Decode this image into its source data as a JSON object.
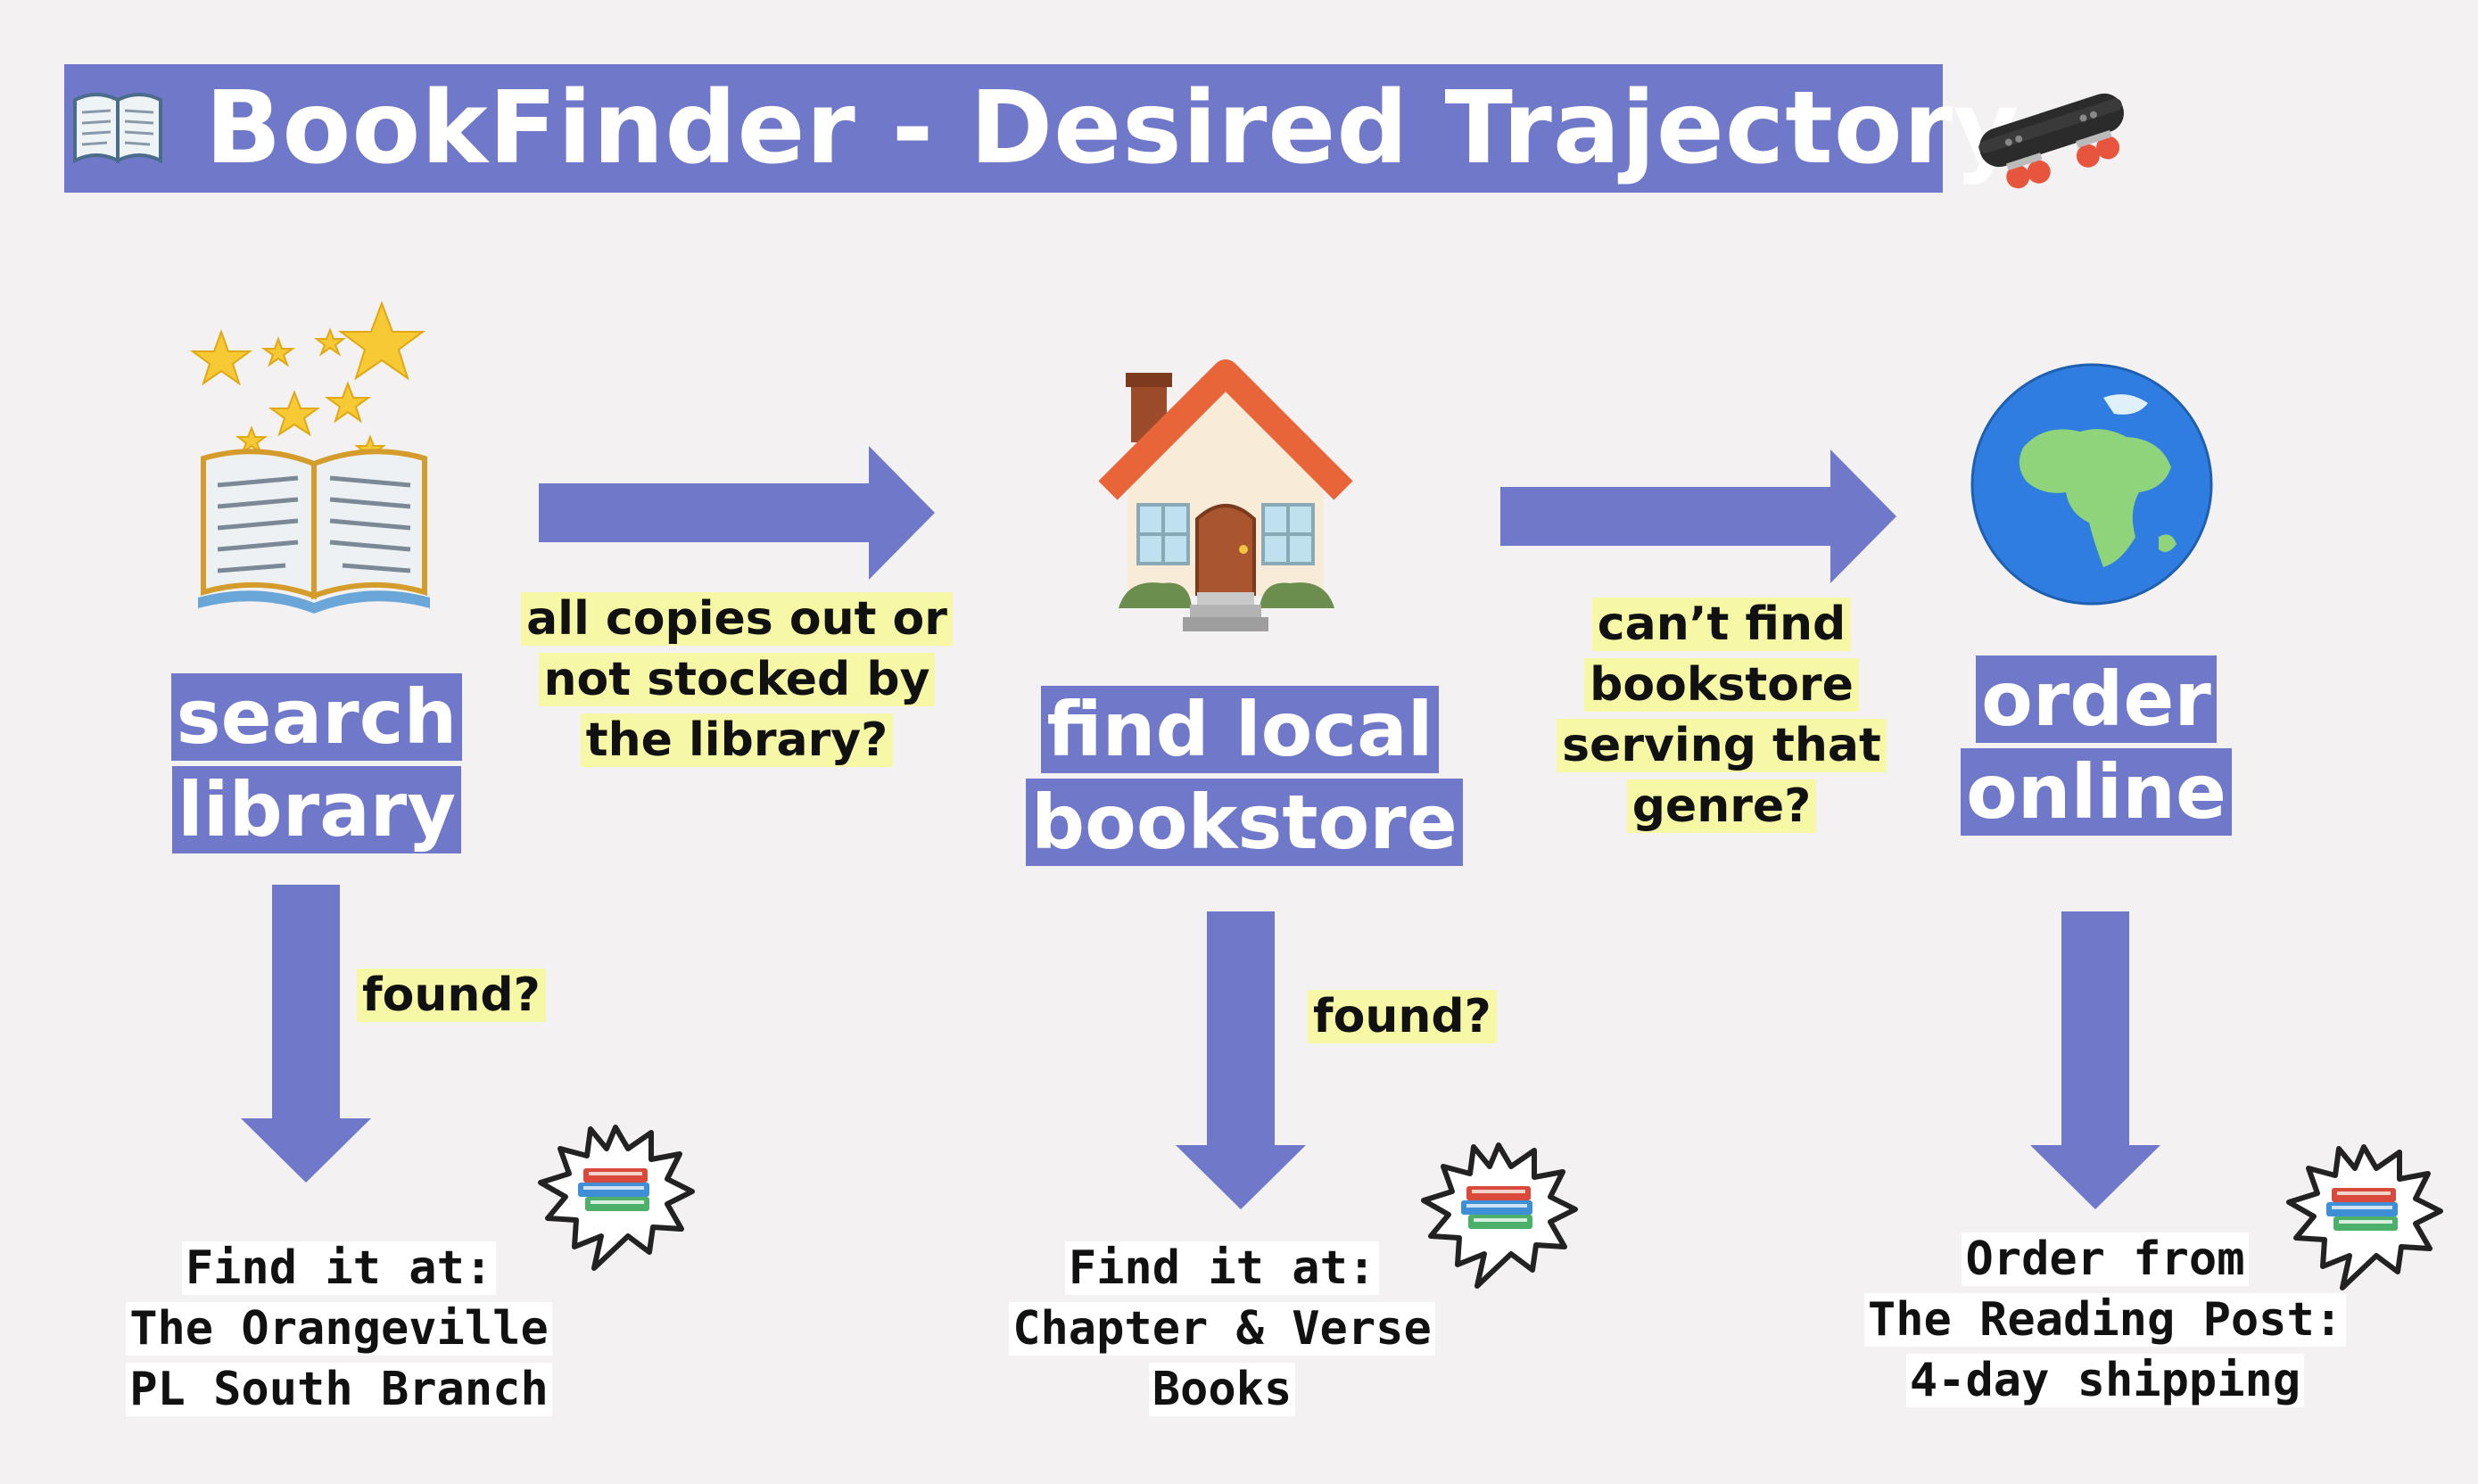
{
  "title": "BookFinder - Desired Trajectory",
  "icons": {
    "title_left": "open-book-icon",
    "title_right": "skateboard-icon",
    "stage1": "library-book-stars-icon",
    "stage2": "house-icon",
    "stage3": "globe-icon",
    "result": "books-burst-icon"
  },
  "colors": {
    "accent": "#7079c9",
    "highlight": "#f6f8a6",
    "background": "#f3f1f1"
  },
  "stages": [
    {
      "label_line1": "search",
      "label_line2": "library"
    },
    {
      "label_line1": "find local",
      "label_line2": "bookstore"
    },
    {
      "label_line1": "order",
      "label_line2": "online"
    }
  ],
  "transitions": [
    {
      "line1": "all copies out or",
      "line2": "not stocked by",
      "line3": "the library?"
    },
    {
      "line1": "can’t find",
      "line2": "bookstore",
      "line3": "serving that",
      "line4": "genre?"
    }
  ],
  "down_questions": [
    "found?",
    "found?"
  ],
  "results": [
    {
      "line1": "Find it at:",
      "line2": "The Orangeville",
      "line3": "PL South Branch"
    },
    {
      "line1": "Find it at:",
      "line2": "Chapter & Verse",
      "line3": "Books"
    },
    {
      "line1": "Order from",
      "line2": "The Reading Post:",
      "line3": "4-day shipping"
    }
  ]
}
